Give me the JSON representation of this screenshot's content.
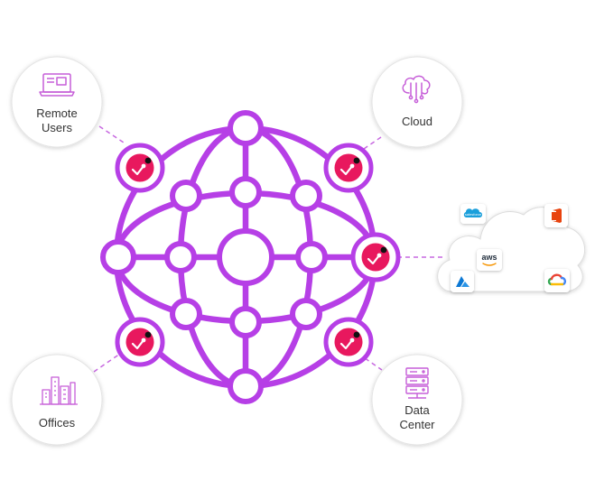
{
  "nodes": {
    "remote_users": {
      "line1": "Remote",
      "line2": "Users",
      "icon": "laptop-icon"
    },
    "cloud": {
      "label": "Cloud",
      "icon": "cloud-network-icon"
    },
    "offices": {
      "label": "Offices",
      "icon": "buildings-icon"
    },
    "data_center": {
      "line1": "Data",
      "line2": "Center",
      "icon": "server-rack-icon"
    }
  },
  "cloud_providers": {
    "salesforce": {
      "icon": "salesforce-icon",
      "text": "salesforce"
    },
    "office365": {
      "icon": "office365-icon"
    },
    "aws": {
      "icon": "aws-icon",
      "text": "aws"
    },
    "azure": {
      "icon": "azure-icon"
    },
    "gcp": {
      "icon": "google-cloud-icon"
    }
  },
  "colors": {
    "globe": "#b63fe6",
    "connector": "#e8185e",
    "dashed": "#c768e0",
    "icon_line": "#c65ed8",
    "label": "#333333"
  }
}
